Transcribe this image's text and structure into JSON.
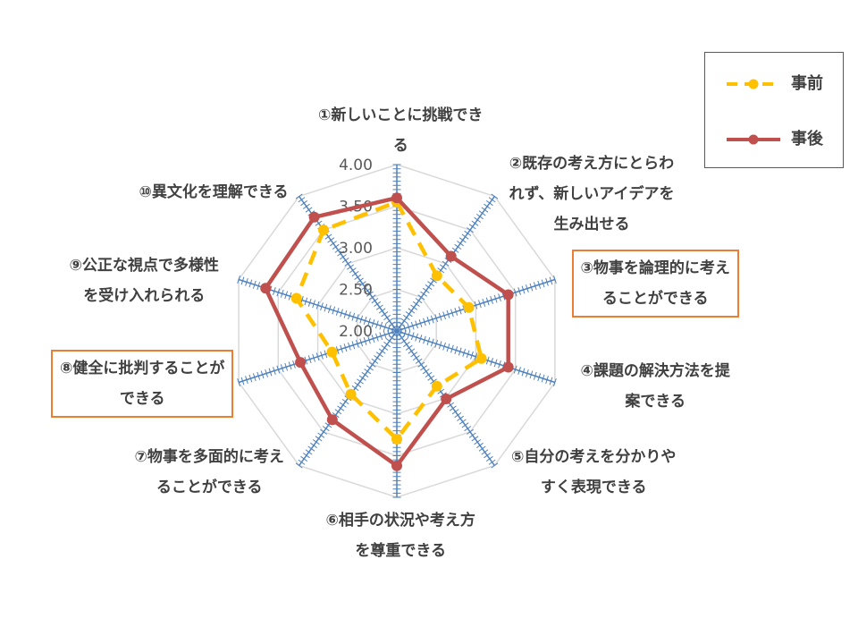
{
  "chart_data": {
    "type": "radar",
    "categories": [
      [
        "①新しいことに挑戦でき",
        "る"
      ],
      [
        "②既存の考え方にとらわ",
        "れず、新しいアイデアを",
        "生み出せる"
      ],
      [
        "③物事を論理的に考え",
        "ることができる"
      ],
      [
        "④課題の解決方法を提",
        "案できる"
      ],
      [
        "⑤自分の考えを分かりや",
        "すく表現できる"
      ],
      [
        "⑥相手の状況や考え方",
        "を尊重できる"
      ],
      [
        "⑦物事を多面的に考え",
        "ることができる"
      ],
      [
        "⑧健全に批判することが",
        "できる"
      ],
      [
        "⑨公正な視点で多様性",
        "を受け入れられる"
      ],
      [
        "⑩異文化を理解できる"
      ]
    ],
    "highlighted_categories": [
      2,
      7
    ],
    "axis": {
      "min": 2.0,
      "max": 4.0,
      "ticks": [
        "2.00",
        "2.50",
        "3.00",
        "3.50",
        "4.00"
      ]
    },
    "series": [
      {
        "name": "事前",
        "color": "#FFC000",
        "dashed": true,
        "values": [
          3.55,
          2.82,
          2.91,
          3.07,
          2.82,
          3.3,
          2.94,
          2.82,
          3.27,
          3.5
        ]
      },
      {
        "name": "事後",
        "color": "#C0504D",
        "dashed": false,
        "values": [
          3.6,
          3.11,
          3.41,
          3.41,
          3.01,
          3.62,
          3.32,
          3.22,
          3.66,
          3.69
        ]
      }
    ],
    "legend_position": "top-right",
    "grid": true
  }
}
